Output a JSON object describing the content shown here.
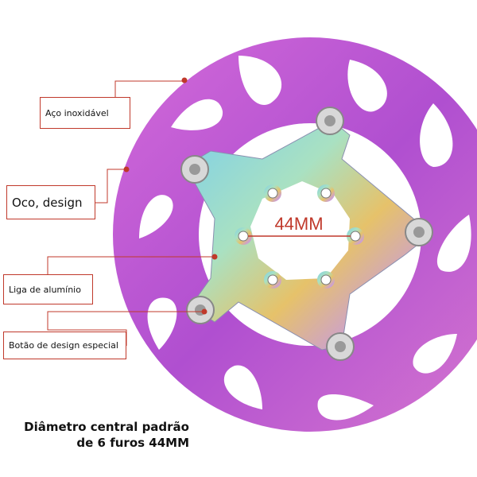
{
  "callouts": {
    "stainless": "Aço inoxidável",
    "hollow": "Oco, design",
    "alloy": "Liga de alumínio",
    "button": "Botão de design especial"
  },
  "center_label": "44MM",
  "caption": {
    "line1": "Diâmetro central padrão",
    "line2": "de 6 furos 44MM"
  },
  "colors": {
    "rotor": "#c45ad8",
    "callout_line": "#c0392b",
    "spider_gradient": [
      "#7fd0e8",
      "#c7e07a",
      "#e6a24a",
      "#9a7be0"
    ]
  }
}
